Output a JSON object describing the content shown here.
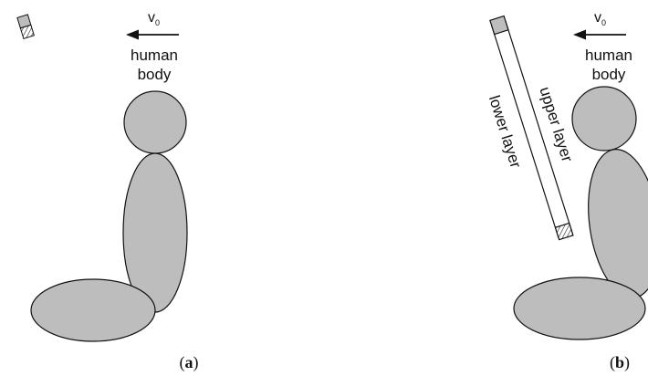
{
  "panel_a": {
    "velocity_label": "v",
    "velocity_sub": "0",
    "body_label_line1": "human",
    "body_label_line2": "body",
    "caption_open": "(",
    "caption_letter": "a",
    "caption_close": ")"
  },
  "panel_b": {
    "velocity_label": "v",
    "velocity_sub": "0",
    "body_label_line1": "human",
    "body_label_line2": "body",
    "upper_layer_label": "upper layer",
    "lower_layer_label": "lower layer",
    "caption_open": "(",
    "caption_letter": "b",
    "caption_close": ")"
  },
  "colors": {
    "body_fill": "#bdbdbd",
    "outline": "#111111",
    "plate_fill": "#ffffff"
  }
}
